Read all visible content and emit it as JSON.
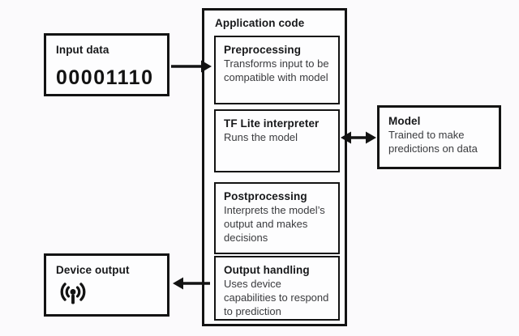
{
  "colors": {
    "background": "#fbfafc",
    "box_fill": "#fdfdfe",
    "line": "#131313",
    "title_text": "#17181a",
    "body_text": "#3a3b3e"
  },
  "boxes": {
    "input_data": {
      "title": "Input data",
      "value": "00001110"
    },
    "application_code": {
      "title": "Application code"
    },
    "preprocessing": {
      "title": "Preprocessing",
      "body": "Transforms input to be\ncompatible with model"
    },
    "tf_lite_interpreter": {
      "title": "TF Lite interpreter",
      "body": "Runs the model"
    },
    "postprocessing": {
      "title": "Postprocessing",
      "body": "Interprets the model’s\noutput and makes\ndecisions"
    },
    "output_handling": {
      "title": "Output handling",
      "body": "Uses device\ncapabilities to respond\nto prediction"
    },
    "model": {
      "title": "Model",
      "body": "Trained to make\npredictions on data"
    },
    "device_output": {
      "title": "Device output",
      "icon": "broadcast-antenna-icon"
    }
  },
  "connections": [
    {
      "from": "input_data",
      "to": "preprocessing",
      "direction": "right"
    },
    {
      "from": "tf_lite_interpreter",
      "to": "model",
      "direction": "both"
    },
    {
      "from": "output_handling",
      "to": "device_output",
      "direction": "left"
    }
  ]
}
